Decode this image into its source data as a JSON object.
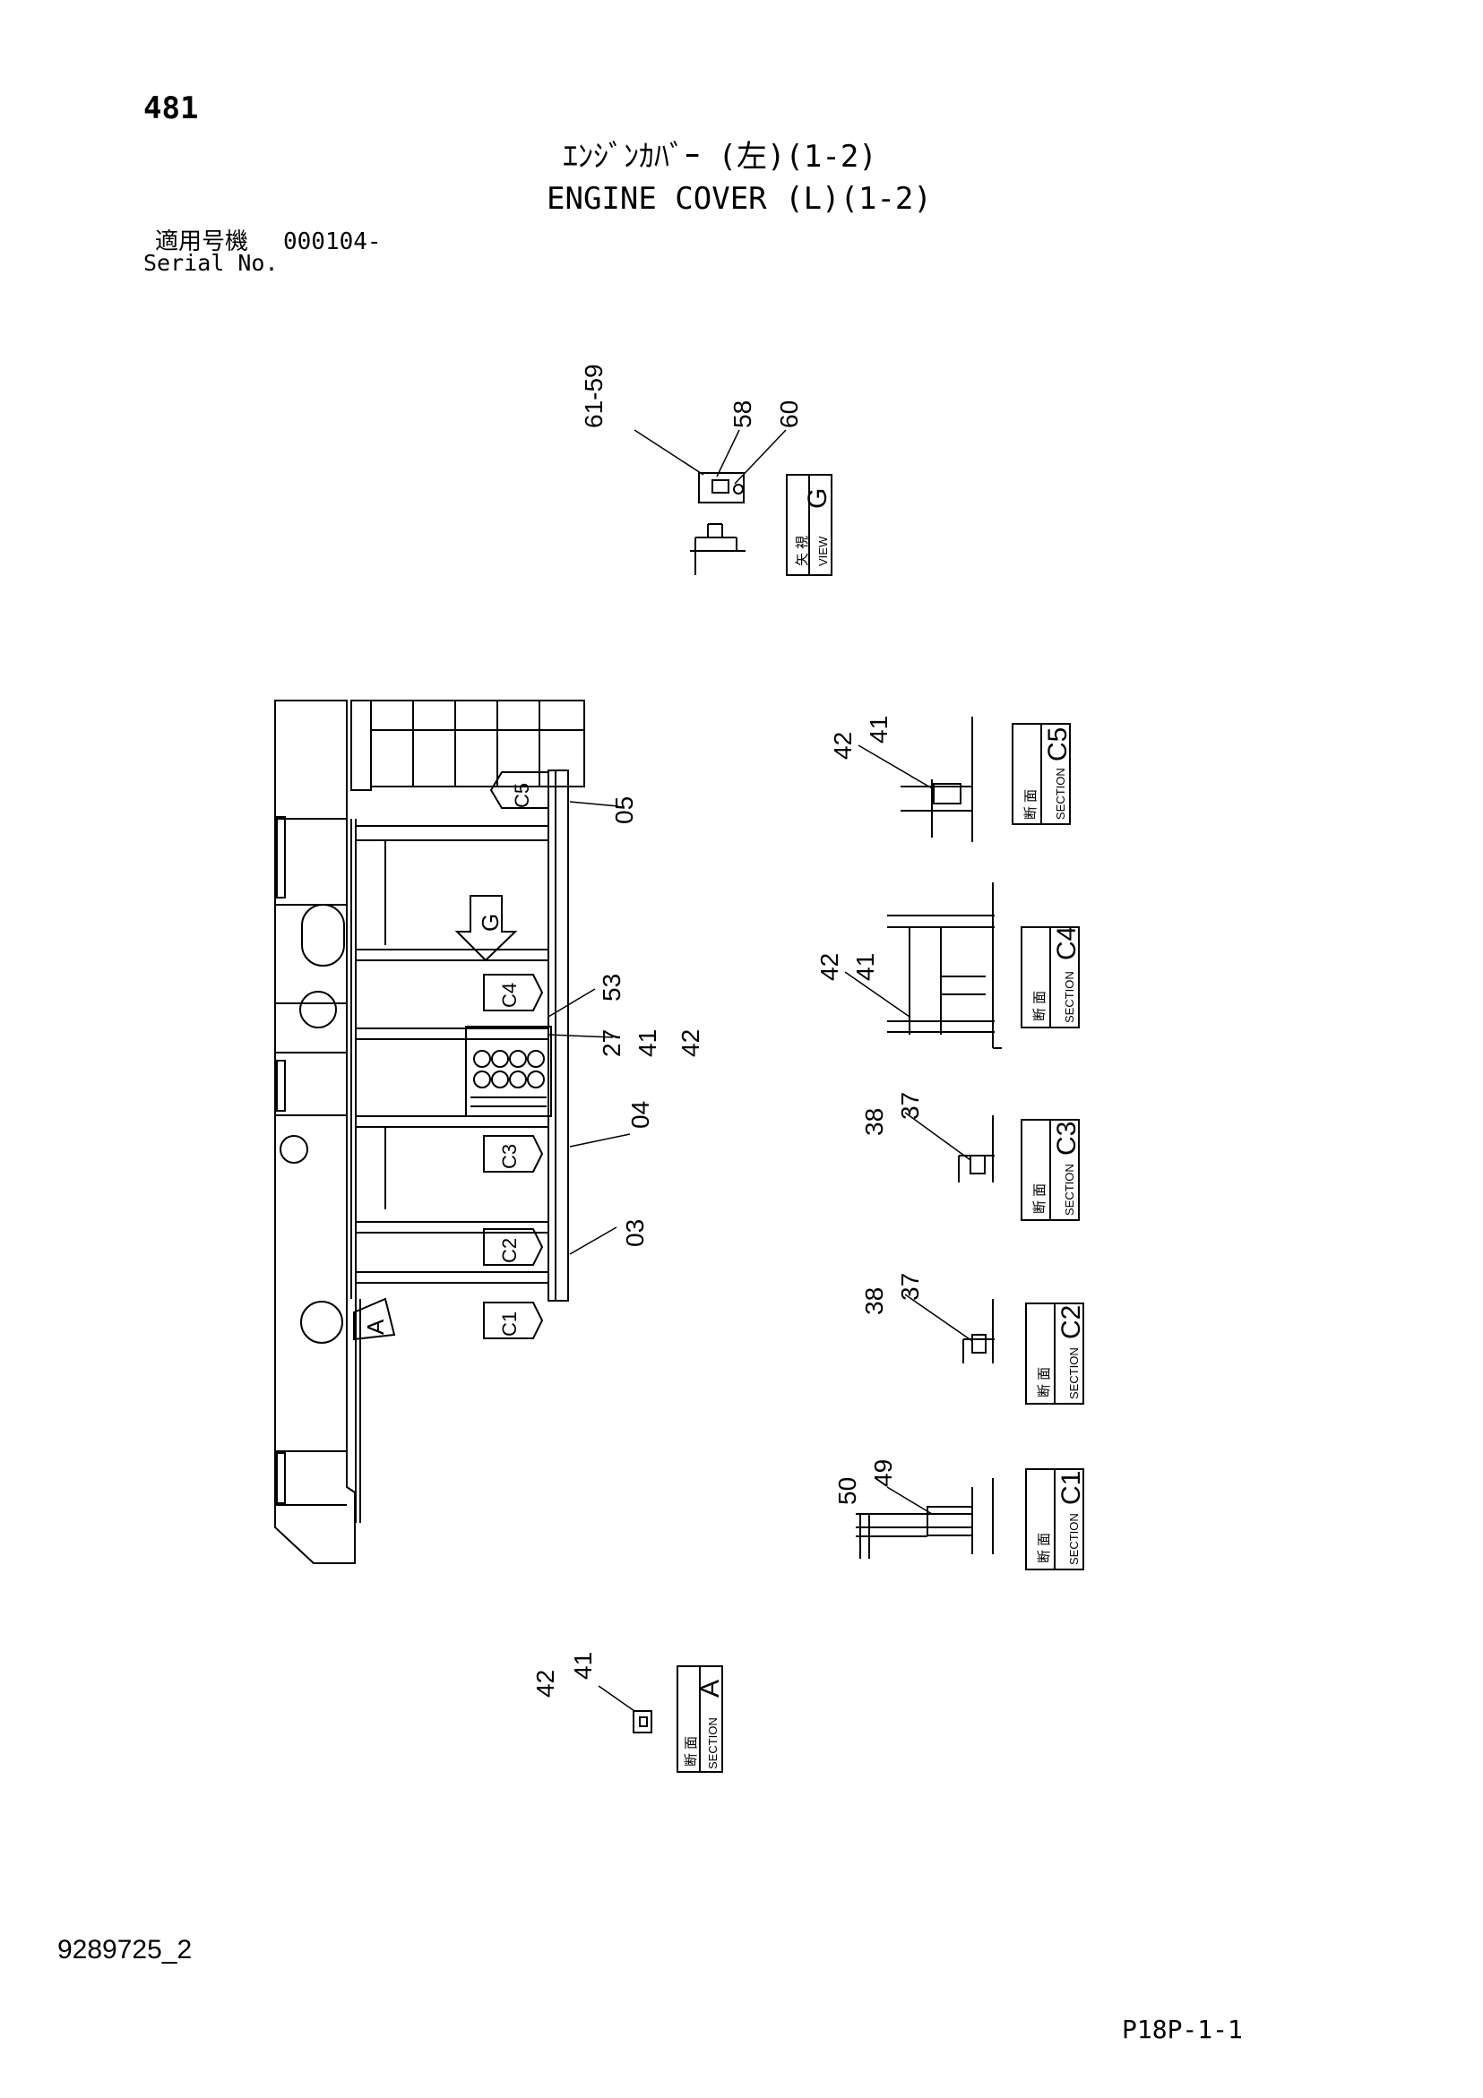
{
  "header": {
    "page_number": "481",
    "title_jp": "ｴﾝｼﾞﾝｶﾊﾞｰ (左)(1-2)",
    "title_en": "ENGINE COVER (L)(1-2)",
    "serial_label_jp": "適用号機",
    "serial_value": "000104-",
    "serial_label_en": "Serial No."
  },
  "footer": {
    "document_id": "9289725_2",
    "page_code": "P18P-1-1"
  },
  "diagram": {
    "view_label_jp": "矢 視",
    "view_label_en": "VIEW",
    "section_label_jp": "断 面",
    "section_label_en": "SECTION",
    "views": [
      {
        "letter": "G",
        "callouts": [
          "61",
          "59",
          "58",
          "60"
        ]
      }
    ],
    "sections": [
      {
        "letter": "C5",
        "callouts": [
          "42",
          "41"
        ]
      },
      {
        "letter": "C4",
        "callouts": [
          "42",
          "41"
        ]
      },
      {
        "letter": "C3",
        "callouts": [
          "38",
          "37"
        ]
      },
      {
        "letter": "C2",
        "callouts": [
          "38",
          "37"
        ]
      },
      {
        "letter": "C1",
        "callouts": [
          "50",
          "49"
        ]
      },
      {
        "letter": "A",
        "callouts": [
          "42",
          "41"
        ]
      }
    ],
    "main_view": {
      "arrow_labels": [
        "C5",
        "G",
        "C4",
        "C3",
        "C2",
        "C1",
        "A"
      ],
      "callouts": [
        "05",
        "53",
        "27",
        "41",
        "42",
        "04",
        "03"
      ]
    }
  }
}
